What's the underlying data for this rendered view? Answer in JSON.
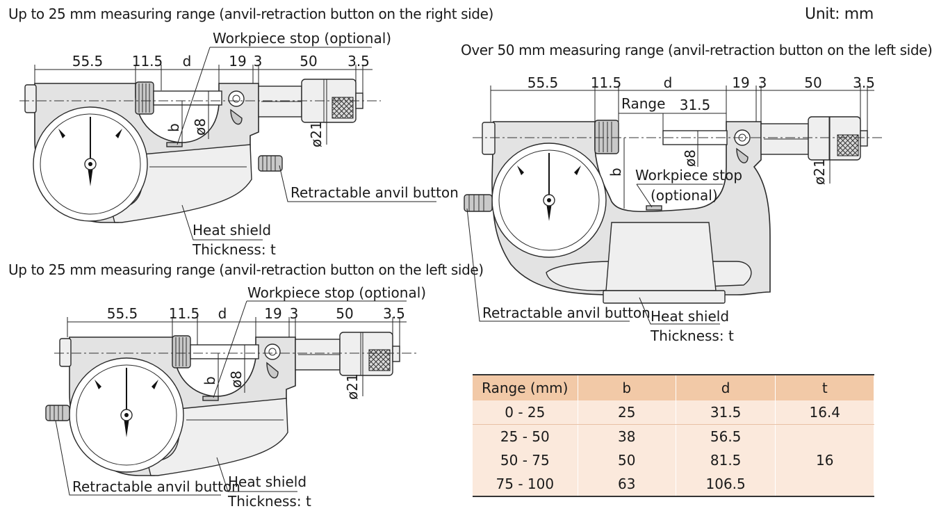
{
  "unit_label": "Unit: mm",
  "diagrams": {
    "top_left": {
      "title": "Up to 25 mm measuring range (anvil-retraction button on the right side)",
      "workpiece_stop": "Workpiece stop (optional)",
      "retractable_anvil_button": "Retractable anvil button",
      "heat_shield": "Heat shield",
      "thickness": "Thickness: t",
      "dim_55_5": "55.5",
      "dim_11_5": "11.5",
      "dim_d": "d",
      "dim_19": "19",
      "dim_3": "3",
      "dim_50": "50",
      "dim_3_5": "3.5",
      "dim_b": "b",
      "dim_dia8": "ø8",
      "dim_dia21": "ø21"
    },
    "bottom_left": {
      "title": "Up to 25 mm measuring range (anvil-retraction button on the left side)",
      "workpiece_stop": "Workpiece stop (optional)",
      "retractable_anvil_button": "Retractable anvil button",
      "heat_shield": "Heat shield",
      "thickness": "Thickness: t",
      "dim_55_5": "55.5",
      "dim_11_5": "11.5",
      "dim_d": "d",
      "dim_19": "19",
      "dim_3": "3",
      "dim_50": "50",
      "dim_3_5": "3.5",
      "dim_b": "b",
      "dim_dia8": "ø8",
      "dim_dia21": "ø21"
    },
    "right": {
      "title": "Over 50 mm measuring range (anvil-retraction button on the left side)",
      "workpiece_stop_line1": "Workpiece stop",
      "workpiece_stop_line2": "(optional)",
      "retractable_anvil_button": "Retractable anvil button",
      "heat_shield": "Heat shield",
      "thickness": "Thickness: t",
      "range_label": "Range",
      "dim_55_5": "55.5",
      "dim_11_5": "11.5",
      "dim_d": "d",
      "dim_19": "19",
      "dim_3": "3",
      "dim_50": "50",
      "dim_3_5": "3.5",
      "dim_31_5": "31.5",
      "dim_b": "b",
      "dim_dia8": "ø8",
      "dim_dia21": "ø21"
    }
  },
  "table": {
    "headers": [
      "Range (mm)",
      "b",
      "d",
      "t"
    ],
    "rows": [
      {
        "range": "0 - 25",
        "b": "25",
        "d": "31.5",
        "t": "16.4"
      },
      {
        "range": "25 - 50",
        "b": "38",
        "d": "56.5"
      },
      {
        "range": "50 - 75",
        "b": "50",
        "d": "81.5"
      },
      {
        "range": "75 - 100",
        "b": "63",
        "d": "106.5"
      }
    ],
    "t_merged": "16",
    "header_color": "#f2c9a7",
    "cell_color": "#fbe9dc"
  }
}
